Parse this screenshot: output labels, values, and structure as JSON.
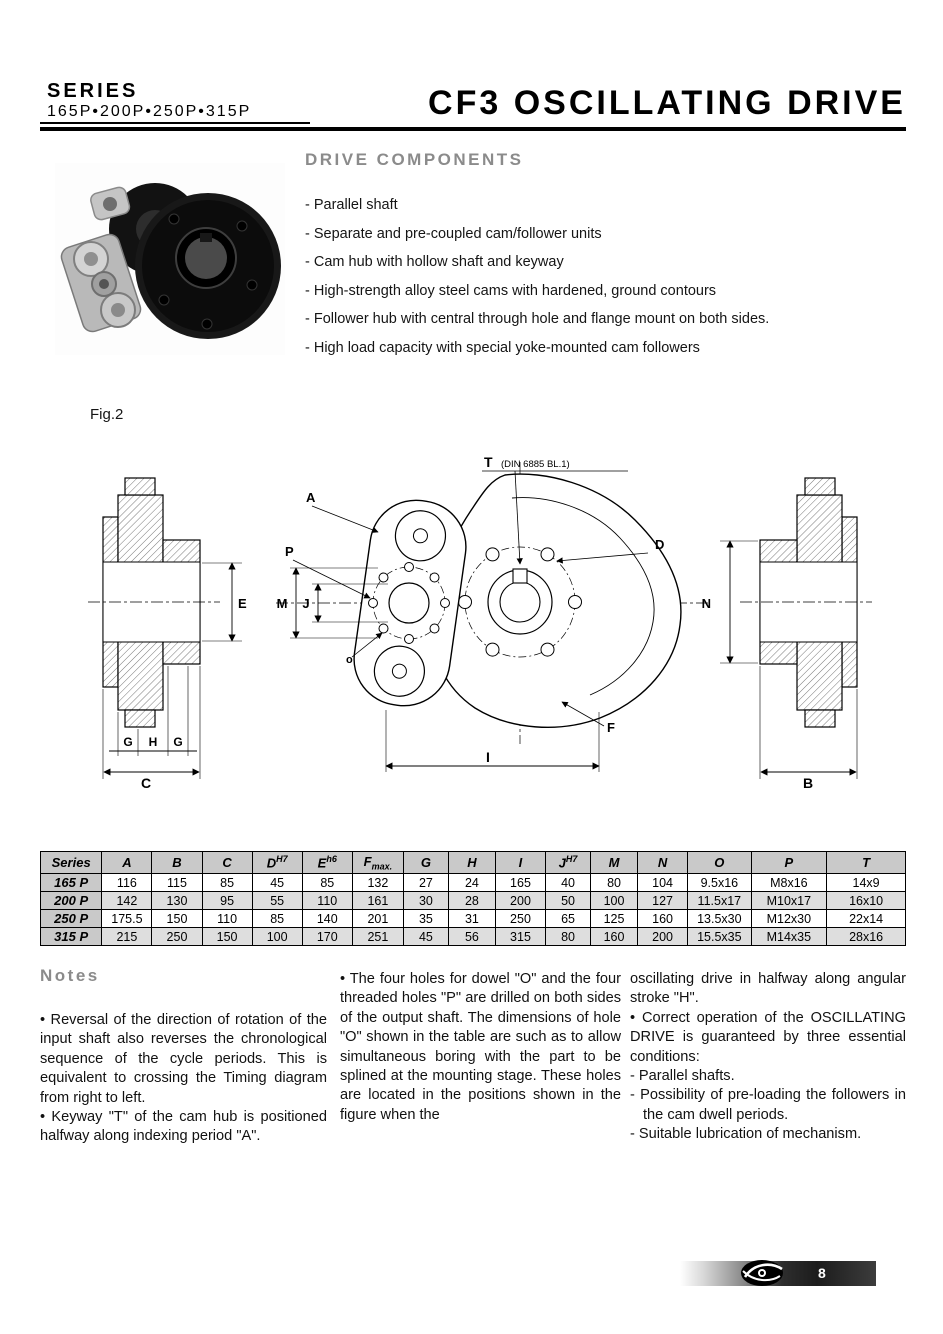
{
  "header": {
    "series_label": "SERIES",
    "series_models": "165P•200P•250P•315P",
    "title": "CF3 OSCILLATING DRIVE"
  },
  "components": {
    "heading": "DRIVE COMPONENTS",
    "items": [
      "- Parallel shaft",
      "- Separate and pre-coupled cam/follower units",
      "- Cam hub with hollow shaft and keyway",
      "- High-strength alloy steel cams with hardened, ground contours",
      "- Follower hub with central through hole and flange mount on both sides.",
      "- High load capacity with special yoke-mounted cam followers"
    ]
  },
  "figure": {
    "caption": "Fig.2",
    "labels": {
      "t": "T",
      "t_din": "(DIN 6885 BL.1)",
      "a": "A",
      "p": "P",
      "d": "D",
      "e": "E",
      "m": "M",
      "j": "J",
      "o_small": "o",
      "f": "F",
      "g": "G",
      "h": "H",
      "c": "C",
      "i": "I",
      "n": "N",
      "b": "B"
    }
  },
  "table": {
    "columns": [
      {
        "label": "Series"
      },
      {
        "label": "A"
      },
      {
        "label": "B"
      },
      {
        "label": "C"
      },
      {
        "label": "D",
        "sup": "H7"
      },
      {
        "label": "E",
        "sup": "h6"
      },
      {
        "label": "F",
        "sub": "max."
      },
      {
        "label": "G"
      },
      {
        "label": "H"
      },
      {
        "label": "I"
      },
      {
        "label": "J",
        "sup": "H7"
      },
      {
        "label": "M"
      },
      {
        "label": "N"
      },
      {
        "label": "O"
      },
      {
        "label": "P"
      },
      {
        "label": "T"
      }
    ],
    "rows": [
      {
        "series": "165 P",
        "values": [
          "116",
          "115",
          "85",
          "45",
          "85",
          "132",
          "27",
          "24",
          "165",
          "40",
          "80",
          "104",
          "9.5x16",
          "M8x16",
          "14x9"
        ]
      },
      {
        "series": "200 P",
        "values": [
          "142",
          "130",
          "95",
          "55",
          "110",
          "161",
          "30",
          "28",
          "200",
          "50",
          "100",
          "127",
          "11.5x17",
          "M10x17",
          "16x10"
        ]
      },
      {
        "series": "250 P",
        "values": [
          "175.5",
          "150",
          "110",
          "85",
          "140",
          "201",
          "35",
          "31",
          "250",
          "65",
          "125",
          "160",
          "13.5x30",
          "M12x30",
          "22x14"
        ]
      },
      {
        "series": "315 P",
        "values": [
          "215",
          "250",
          "150",
          "100",
          "170",
          "251",
          "45",
          "56",
          "315",
          "80",
          "160",
          "200",
          "15.5x35",
          "M14x35",
          "28x16"
        ]
      }
    ]
  },
  "notes": {
    "heading": "Notes",
    "columns": [
      [
        {
          "type": "bullet",
          "text": "Reversal of the direction of rotation of the input shaft also reverses the chronological sequence of the cycle periods. This is equivalent to crossing the Timing diagram from right to left."
        },
        {
          "type": "bullet",
          "text": "Keyway \"T\" of the cam hub is positioned halfway along indexing period \"A\"."
        }
      ],
      [
        {
          "type": "bullet",
          "text": "The four holes for dowel \"O\" and the four threaded holes \"P\" are drilled on both sides of the output shaft. The dimensions of hole \"O\" shown in the table are such as to allow simultaneous boring with the part to be splined at the mounting stage. These holes are located in the positions shown in the figure when the"
        }
      ],
      [
        {
          "type": "plain",
          "text": "oscillating drive in halfway along angular stroke \"H\"."
        },
        {
          "type": "bullet",
          "text": "Correct operation of the OSCILLATING DRIVE is guaranteed by three essential conditions:"
        },
        {
          "type": "dash",
          "text": "Parallel shafts."
        },
        {
          "type": "dash",
          "text": "Possibility of pre-loading the followers in the cam dwell periods."
        },
        {
          "type": "dash",
          "text": "Suitable lubrication of mechanism."
        }
      ]
    ]
  },
  "footer": {
    "page_number": "8"
  }
}
